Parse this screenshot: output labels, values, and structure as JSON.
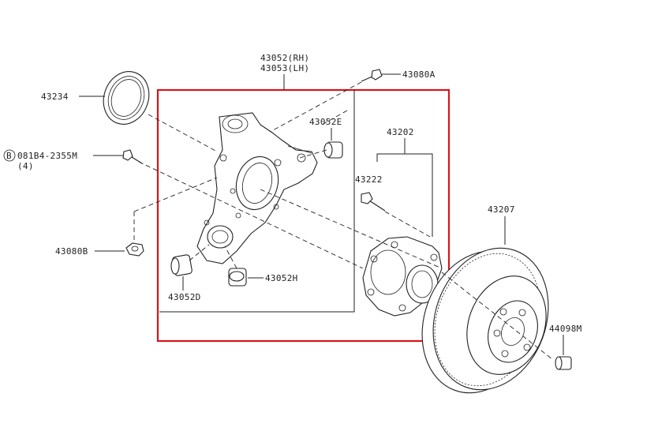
{
  "colors": {
    "highlight_box": "#d9141a",
    "ink": "#222222"
  },
  "labels": {
    "knuckle_rh": "43052(RH)",
    "knuckle_lh": "43053(LH)",
    "bolt_top": "43080A",
    "seal": "43234",
    "bushing_e": "43052E",
    "hub_assembly": "43202",
    "bolt_b_circle": "B",
    "bolt_b": "081B4-2355M",
    "bolt_b_qty": "(4)",
    "hub_bolt": "43222",
    "rotor": "43207",
    "nut": "43080B",
    "bushing_d": "43052D",
    "bushing_h": "43052H",
    "cap": "44098M"
  }
}
